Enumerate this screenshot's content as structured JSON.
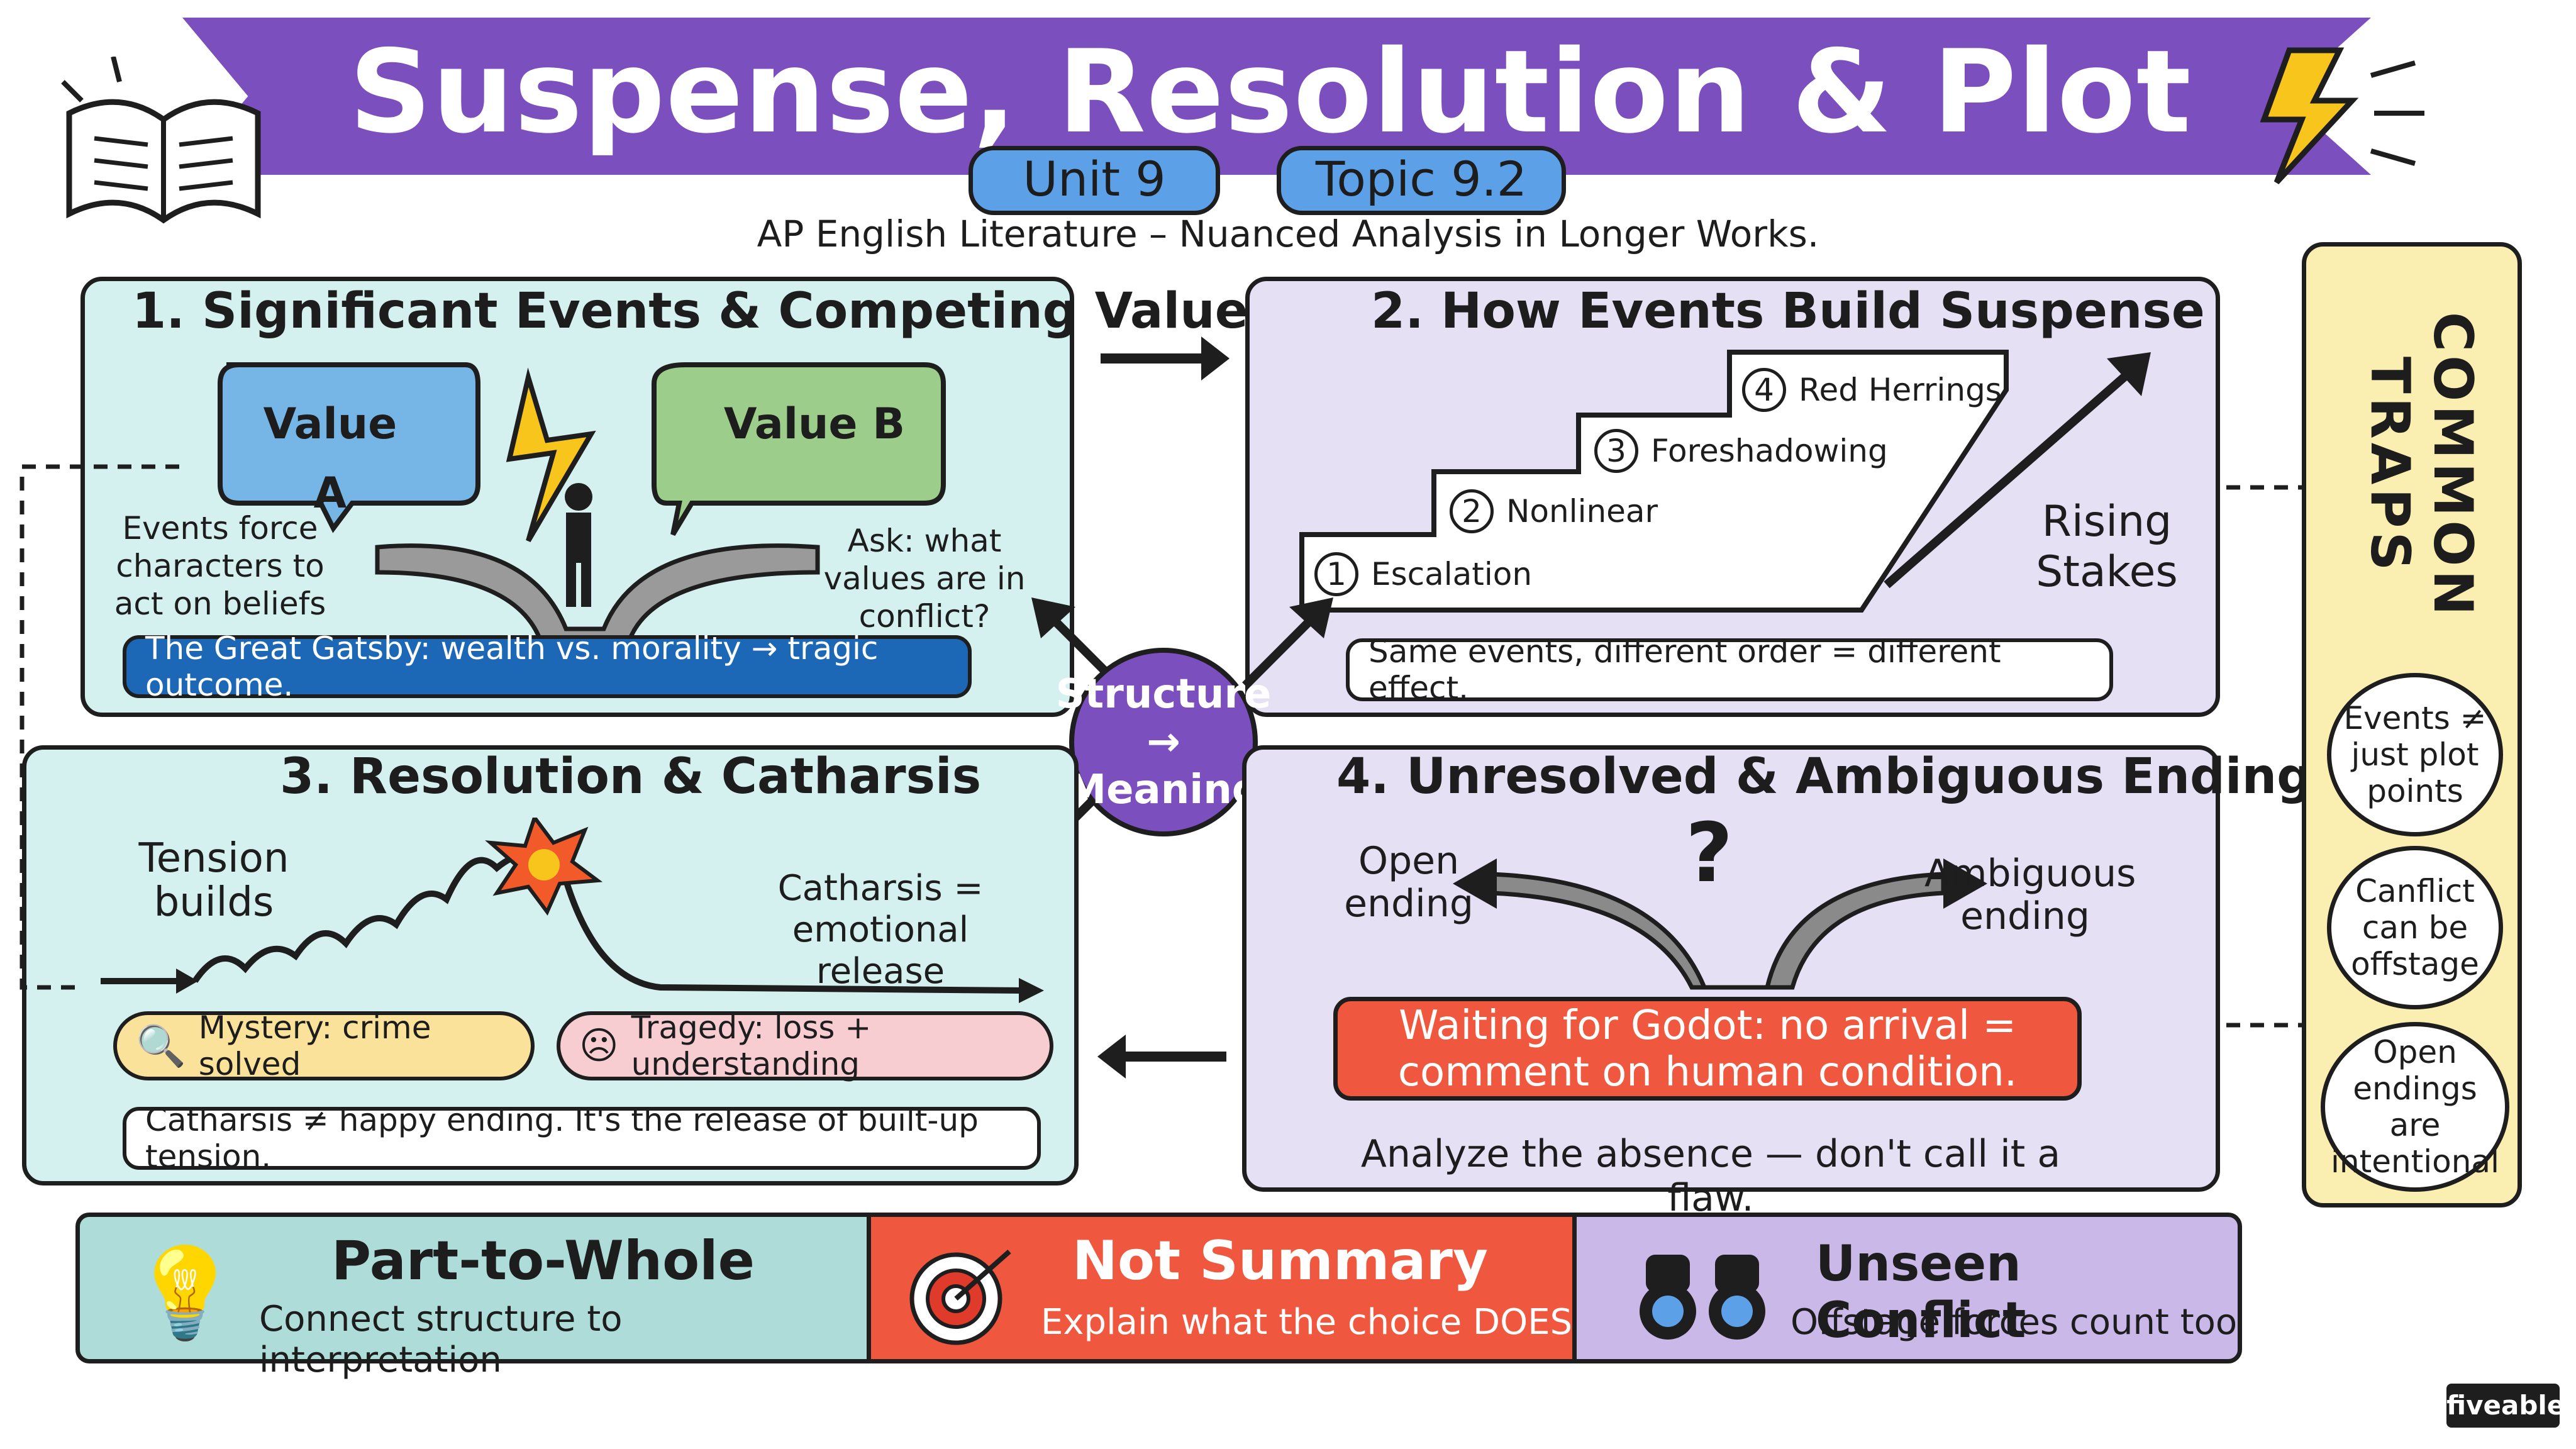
{
  "header": {
    "title": "Suspense, Resolution & Plot Development",
    "unit": "Unit 9",
    "topic": "Topic 9.2",
    "subtitle": "AP English Literature – Nuanced Analysis in Longer Works."
  },
  "panel1": {
    "title": "1. Significant Events & Competing Values",
    "value_a": "Value A",
    "value_b": "Value B",
    "left_note": "Events force characters to act on beliefs",
    "right_note": "Ask: what values are in conflict?",
    "example": "The Great Gatsby: wealth vs. morality → tragic outcome."
  },
  "panel2": {
    "title": "2. How Events Build Suspense",
    "steps": [
      "Escalation",
      "Nonlinear",
      "Foreshadowing",
      "Red Herrings"
    ],
    "step_numbers": [
      "1",
      "2",
      "3",
      "4"
    ],
    "rising": "Rising Stakes",
    "note": "Same events, different order = different effect."
  },
  "center": {
    "label": "Structure → Meaning"
  },
  "panel3": {
    "title": "3. Resolution & Catharsis",
    "tension": "Tension builds",
    "catharsis": "Catharsis = emotional release",
    "mystery": "Mystery: crime solved",
    "tragedy": "Tragedy: loss + understanding",
    "note": "Catharsis ≠ happy ending. It's the release of built-up tension."
  },
  "panel4": {
    "title": "4. Unresolved & Ambiguous Endings",
    "open": "Open ending",
    "ambiguous": "Ambiguous ending",
    "question": "?",
    "example": "Waiting for Godot: no arrival = comment on human condition.",
    "note": "Analyze the absence — don't call it a flaw."
  },
  "traps": {
    "title": "COMMON TRAPS",
    "items": [
      "Events ≠ just plot points",
      "Canflict can be offstage",
      "Open endings are intentional"
    ]
  },
  "footer": [
    {
      "title": "Part-to-Whole",
      "text": "Connect structure to interpretation",
      "icon": "lightbulb-icon"
    },
    {
      "title": "Not Summary",
      "text": "Explain what the choice DOES",
      "icon": "target-icon"
    },
    {
      "title": "Unseen Conflict",
      "text": "Offstage forces count too",
      "icon": "binoculars-icon"
    }
  ],
  "brand": "fiveable",
  "colors": {
    "purple": "#7b4fbe",
    "teal": "#d4f0ef",
    "lavender": "#e6e0f5",
    "yellow": "#fbeeb1",
    "red": "#f0573f",
    "blue": "#1d68b6"
  }
}
